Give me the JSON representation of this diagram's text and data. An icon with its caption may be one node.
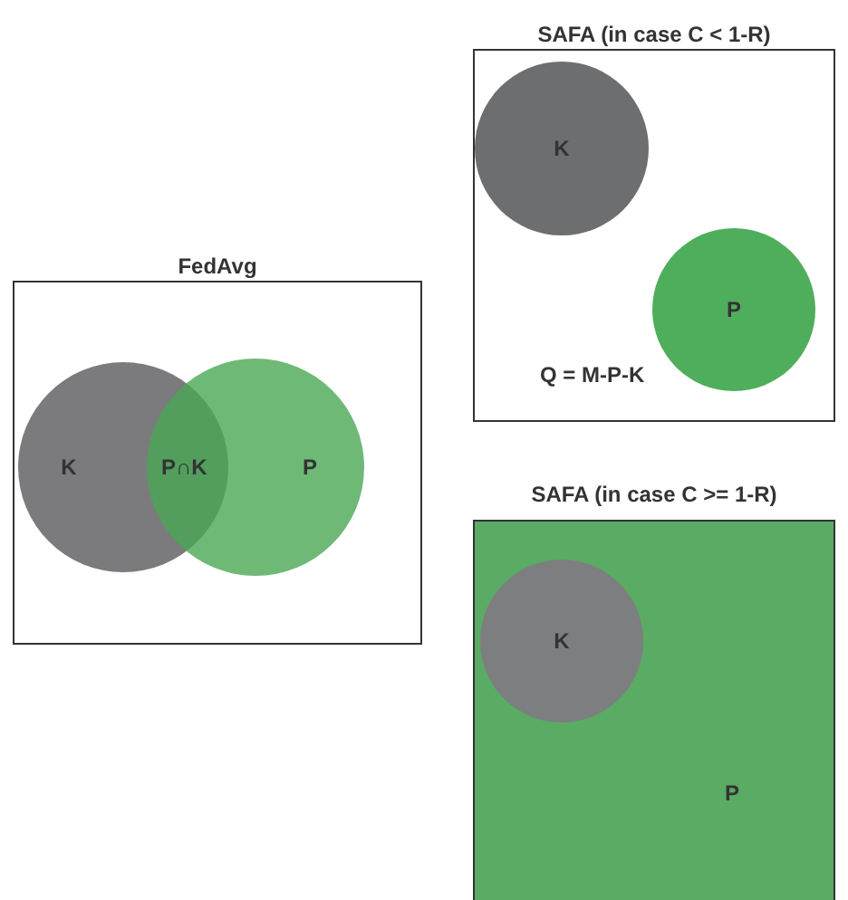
{
  "diagram": {
    "nodes": [
      {
        "text": [
          "FedAvg"
        ]
      },
      {
        "text": [
          "K"
        ],
        "in": 0
      },
      {
        "text": [
          "P"
        ],
        "in": 0
      },
      {
        "text": [
          "SAFA (in case C < 1-R)",
          "Q = M-P-K"
        ]
      },
      {
        "text": [
          "K"
        ],
        "in": 3
      },
      {
        "text": [
          "P"
        ],
        "in": 3
      },
      {
        "text": [
          "SAFA (in case C >= 1-R)",
          "P"
        ]
      },
      {
        "text": [
          "K"
        ],
        "in": 6
      }
    ],
    "labels": [
      "P∩K"
    ]
  }
}
